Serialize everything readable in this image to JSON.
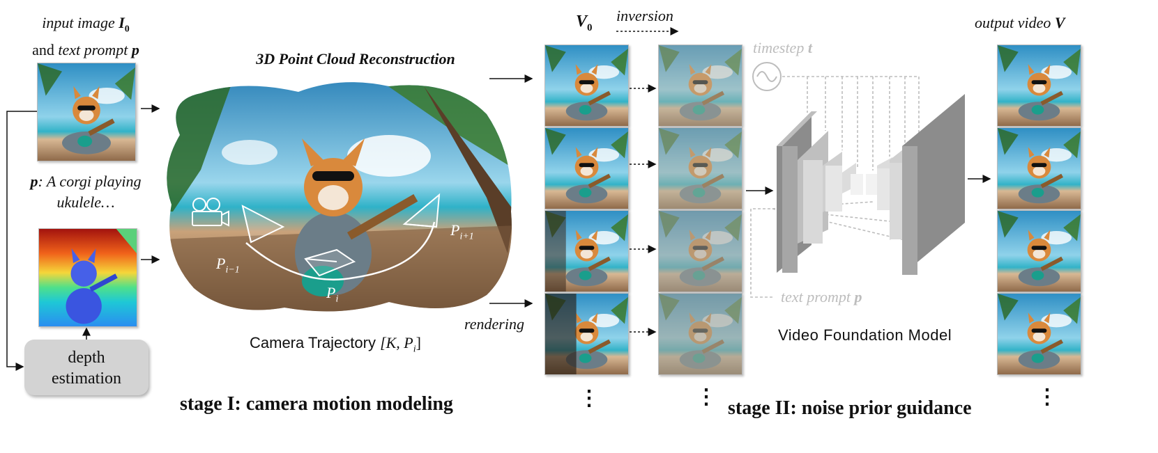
{
  "input": {
    "line1_a": "input image ",
    "line1_sym": "I",
    "line1_sub": "0",
    "line2_a": "and ",
    "line2_b": "text prompt ",
    "line2_sym": "p",
    "prompt_sym": "p",
    "prompt_text": ": A corgi playing",
    "prompt_text2": "ukulele…",
    "depth_box": "depth\nestimation"
  },
  "stage1": {
    "title": "3D Point Cloud Reconstruction",
    "camera_caption_a": "Camera Trajectory ",
    "camera_caption_b": "[K, P",
    "camera_caption_sub": "i",
    "camera_caption_c": "]",
    "pose_prev": "P",
    "pose_prev_sub": "i−1",
    "pose_cur": "P",
    "pose_cur_sub": "i",
    "pose_next": "P",
    "pose_next_sub": "i+1",
    "rendering": "rendering",
    "label": "stage I: camera motion modeling"
  },
  "stage2": {
    "v0_sym": "V",
    "v0_sub": "0",
    "inversion": "inversion",
    "timestep_a": "timestep ",
    "timestep_sym": "t",
    "text_prompt_a": "text prompt ",
    "text_prompt_sym": "p",
    "model_label": "Video Foundation Model",
    "output_a": "output video ",
    "output_sym": "V",
    "label": "stage II: noise prior guidance"
  },
  "ellipsis": "⋮",
  "colors": {
    "sky": "#4fb3d9",
    "sand": "#c9a27a",
    "corgi": "#d9893c",
    "teal": "#1a9e8c",
    "gray_line": "#bdbdbd",
    "depth_box": "#d3d3d3"
  }
}
